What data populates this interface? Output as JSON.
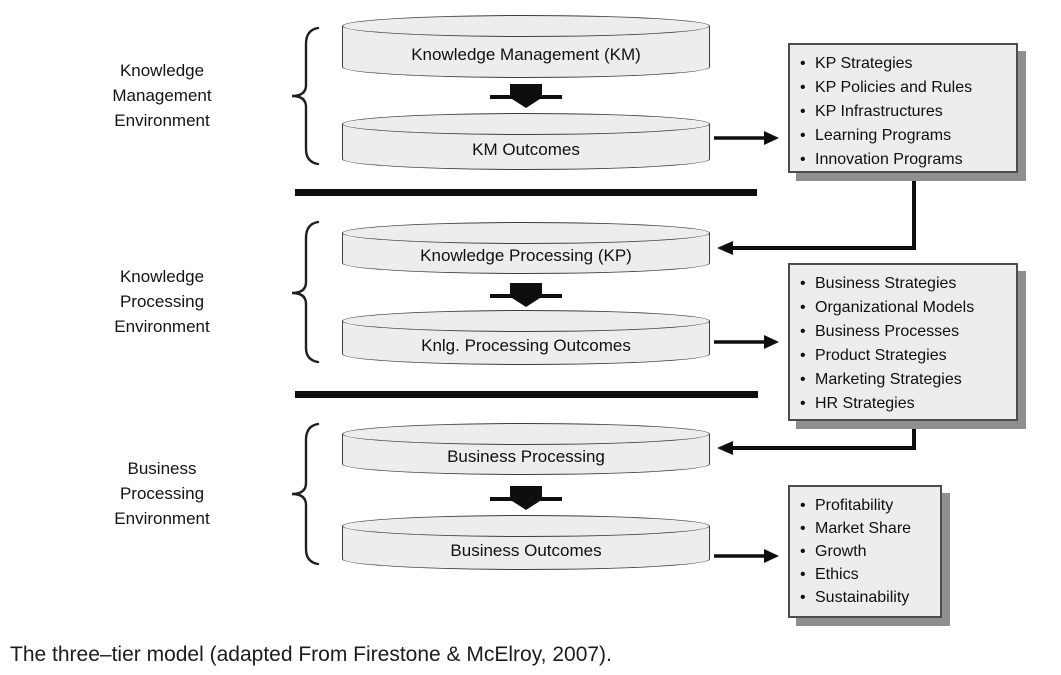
{
  "figure": {
    "caption": "The three–tier model (adapted From Firestone & McElroy, 2007)."
  },
  "icons": {
    "bullet": "•"
  },
  "colors": {
    "shape_fill": "#ededed",
    "shape_stroke": "#3f3f3f",
    "drop_shadow": "#8f8f8f",
    "connector": "#0e0e0e"
  },
  "tiers": [
    {
      "environment_label_lines": [
        "Knowledge",
        "Management",
        "Environment"
      ],
      "process_cylinder_label": "Knowledge Management (KM)",
      "outcomes_cylinder_label": "KM Outcomes",
      "outputs": [
        "KP Strategies",
        "KP Policies and Rules",
        "KP Infrastructures",
        "Learning Programs",
        "Innovation Programs"
      ]
    },
    {
      "environment_label_lines": [
        "Knowledge",
        "Processing",
        "Environment"
      ],
      "process_cylinder_label": "Knowledge Processing (KP)",
      "outcomes_cylinder_label": "Knlg. Processing Outcomes",
      "outputs": [
        "Business Strategies",
        "Organizational Models",
        "Business Processes",
        "Product Strategies",
        "Marketing Strategies",
        "HR Strategies"
      ]
    },
    {
      "environment_label_lines": [
        "Business",
        "Processing",
        "Environment"
      ],
      "process_cylinder_label": "Business Processing",
      "outcomes_cylinder_label": "Business Outcomes",
      "outputs": [
        "Profitability",
        "Market Share",
        "Growth",
        "Ethics",
        "Sustainability"
      ]
    }
  ]
}
